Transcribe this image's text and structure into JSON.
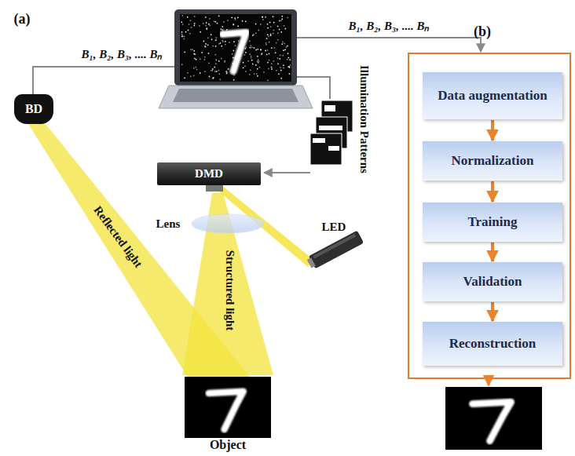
{
  "diagram": {
    "nodes": [
      {
        "text": [
          "BD"
        ]
      },
      {
        "text": [
          "DMD"
        ]
      },
      {
        "text": [
          "Object"
        ]
      },
      {
        "text": [
          "Data augmentation"
        ]
      },
      {
        "text": [
          "Normalization"
        ]
      },
      {
        "text": [
          "Training"
        ]
      },
      {
        "text": [
          "Validation"
        ]
      },
      {
        "text": [
          "Reconstruction"
        ]
      }
    ],
    "edges": [
      {
        "from": 3,
        "to": 4,
        "arrow": "to"
      },
      {
        "from": 4,
        "to": 5,
        "arrow": "to"
      },
      {
        "from": 5,
        "to": 6,
        "arrow": "to"
      },
      {
        "from": 6,
        "to": 7,
        "arrow": "to"
      }
    ],
    "labels": [
      "(a)",
      "(b)",
      "B₁, B₂, B₃, .... Bₙ",
      "B₁, B₂, B₃, .... Bₙ",
      "Illumination Patterns",
      "Lens",
      "LED",
      "Reflected light",
      "Structured light"
    ]
  }
}
